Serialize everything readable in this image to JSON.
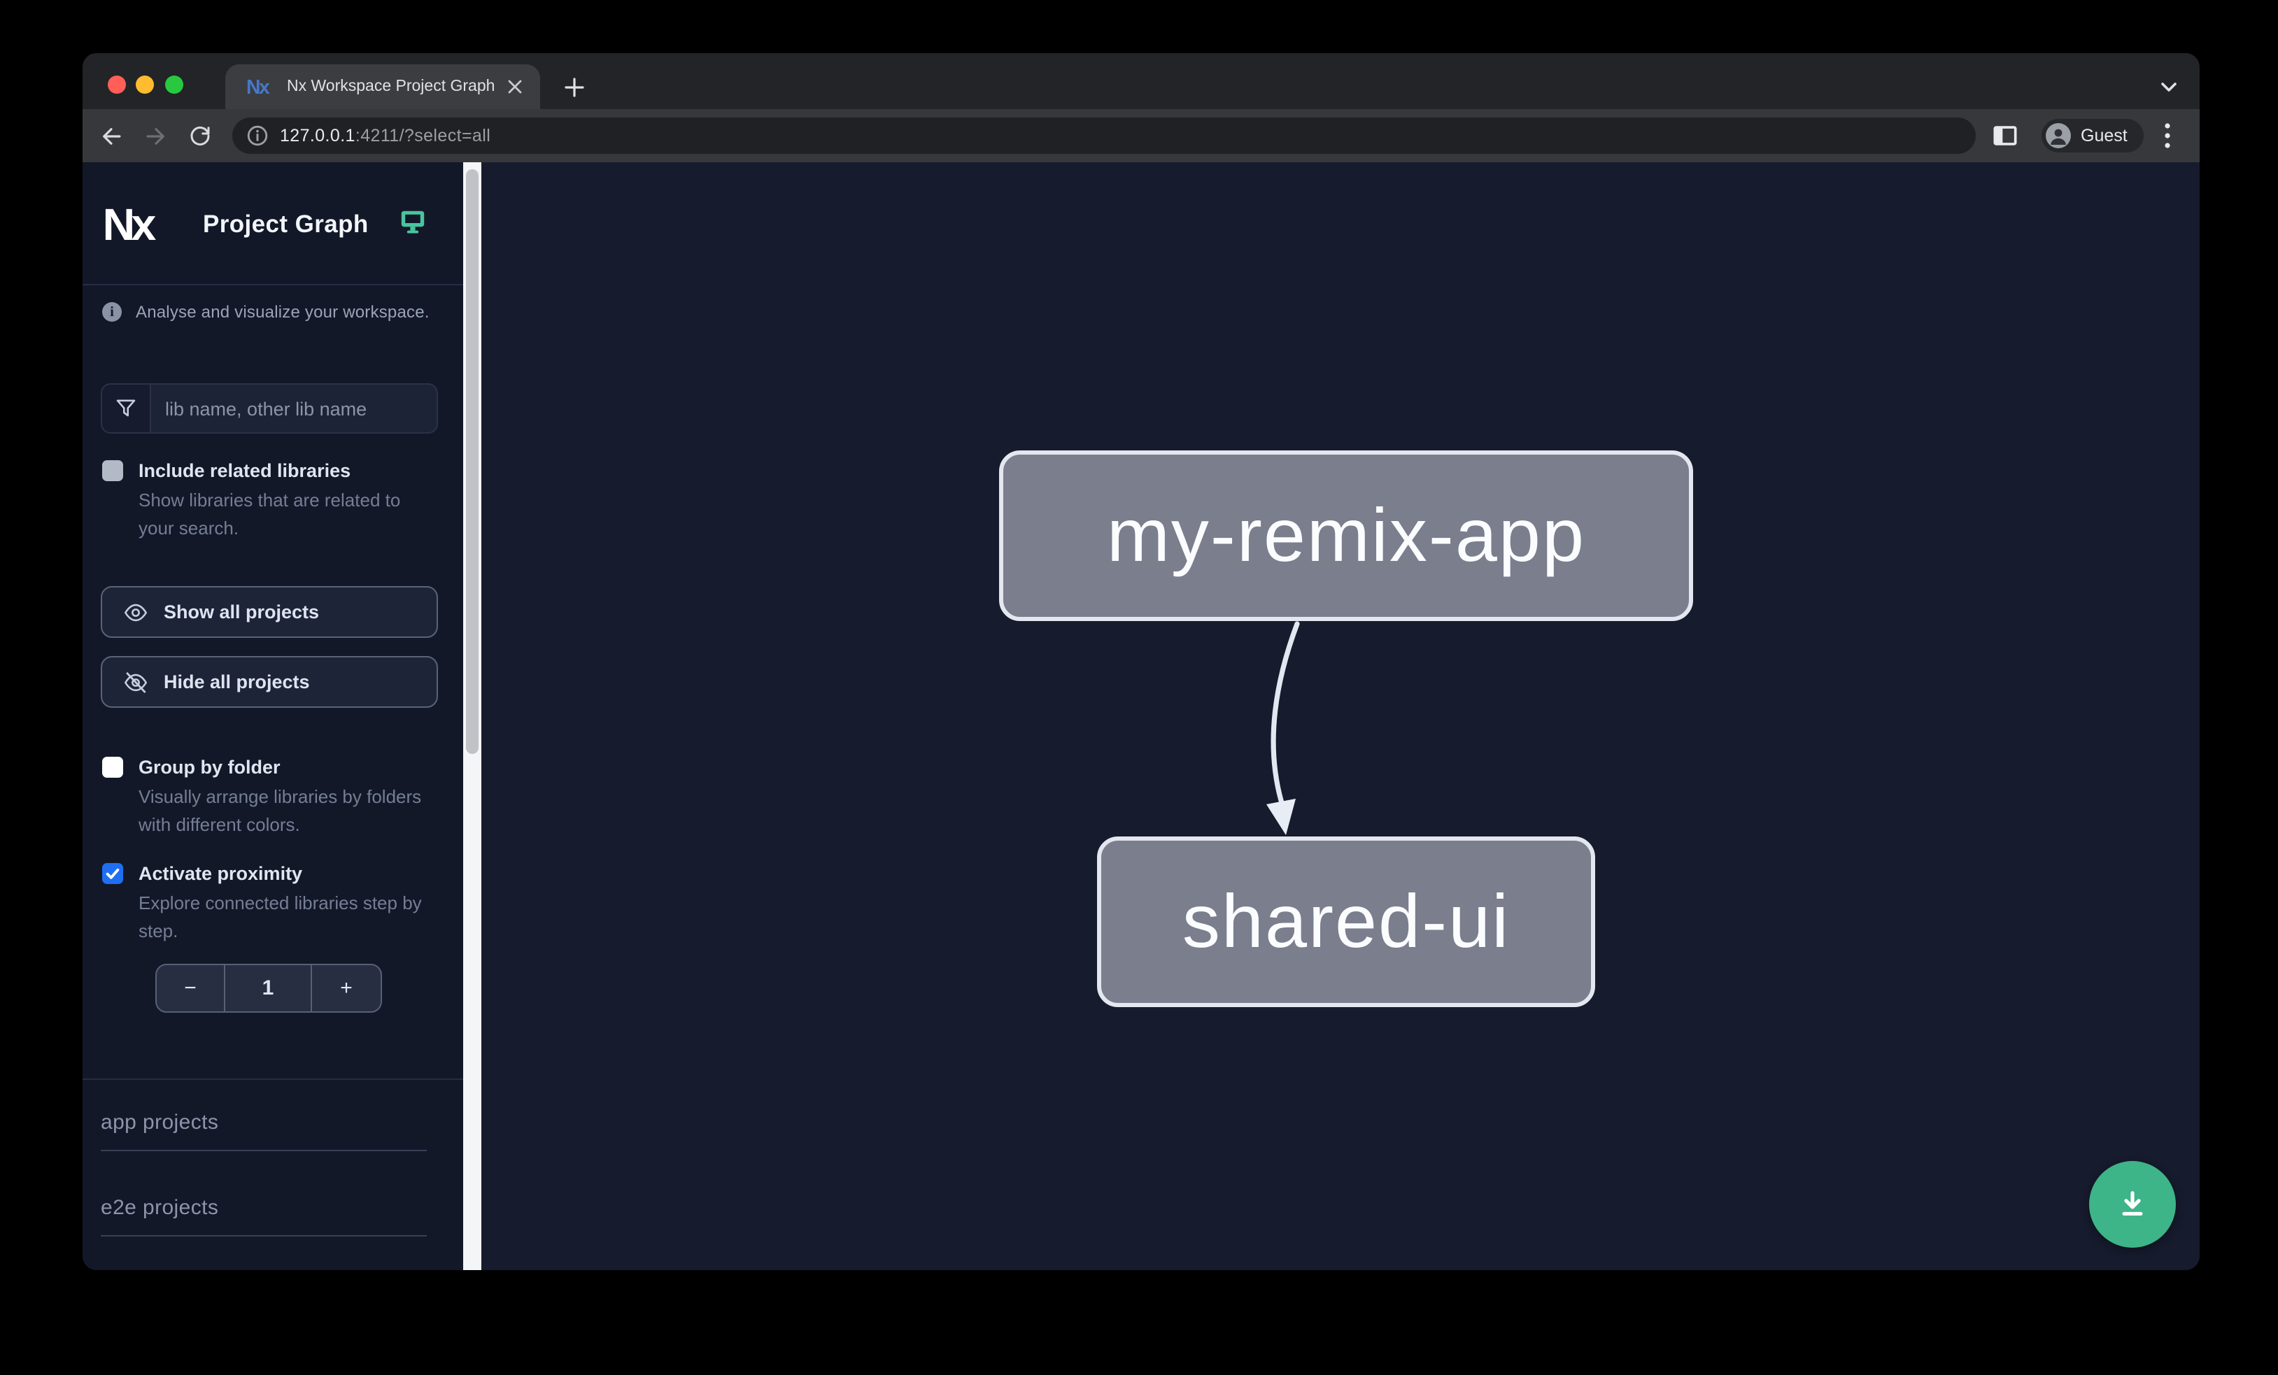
{
  "browser": {
    "tab_title": "Nx Workspace Project Graph",
    "url_host": "127.0.0.1",
    "url_rest": ":4211/?select=all",
    "profile_label": "Guest"
  },
  "sidebar": {
    "app_title": "Project Graph",
    "tagline": "Analyse and visualize your workspace.",
    "search_placeholder": "lib name, other lib name",
    "options": [
      {
        "label": "Include related libraries",
        "description": "Show libraries that are related to your search.",
        "checked": false
      },
      {
        "label": "Group by folder",
        "description": "Visually arrange libraries by folders with different colors.",
        "checked": false
      },
      {
        "label": "Activate proximity",
        "description": "Explore connected libraries step by step.",
        "checked": true
      }
    ],
    "show_all_label": "Show all projects",
    "hide_all_label": "Hide all projects",
    "stepper": {
      "decrement": "−",
      "value": "1",
      "increment": "+"
    },
    "sections": [
      {
        "label": "app projects"
      },
      {
        "label": "e2e projects"
      }
    ]
  },
  "graph": {
    "nodes": [
      {
        "label": "my-remix-app"
      },
      {
        "label": "shared-ui"
      }
    ],
    "edges": [
      {
        "source": "my-remix-app",
        "target": "shared-ui"
      }
    ]
  },
  "colors": {
    "checkbox_accent": "#1f6ff2",
    "fab_green": "#3eb489",
    "monitor_icon_green": "#49c5a0",
    "node_fill": "#7a7e8d",
    "node_border": "#e4e7f0",
    "sidebar_bg": "#131828",
    "canvas_bg": "#161b2d"
  }
}
